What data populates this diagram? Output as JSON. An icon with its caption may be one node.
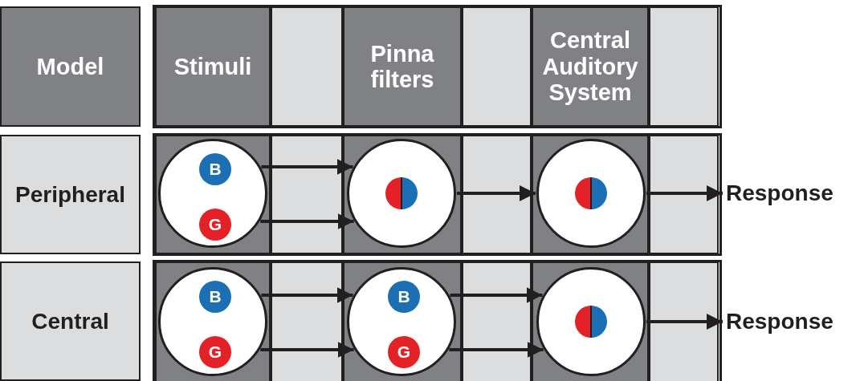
{
  "diagram": {
    "nodes": [
      {
        "text": [
          "Model"
        ]
      },
      {
        "text": [
          "Stimuli"
        ]
      },
      {
        "text": [
          "Pinna filters"
        ]
      },
      {
        "text": [
          "Central Auditory System"
        ]
      },
      {
        "text": [
          "Peripheral"
        ]
      },
      {
        "text": [],
        "shape": "circle"
      },
      {
        "text": [
          "B"
        ],
        "in": 5
      },
      {
        "text": [
          "G"
        ],
        "in": 5
      },
      {
        "text": [],
        "shape": "circle"
      },
      {
        "text": [],
        "shape": "circle"
      },
      {
        "text": [
          "Response"
        ]
      },
      {
        "text": [
          "Central"
        ]
      },
      {
        "text": [],
        "shape": "circle"
      },
      {
        "text": [
          "B"
        ],
        "in": 12
      },
      {
        "text": [
          "G"
        ],
        "in": 12
      },
      {
        "text": [],
        "shape": "circle"
      },
      {
        "text": [
          "B"
        ],
        "in": 15
      },
      {
        "text": [
          "G"
        ],
        "in": 15
      },
      {
        "text": [],
        "shape": "circle"
      },
      {
        "text": [
          "Response"
        ]
      }
    ],
    "edges": [
      {
        "from": 5,
        "to": 8,
        "arrow": "to"
      },
      {
        "from": 5,
        "to": 8,
        "arrow": "to"
      },
      {
        "from": 8,
        "to": 9,
        "arrow": "to"
      },
      {
        "from": 9,
        "to": 10,
        "arrow": "to"
      },
      {
        "from": 12,
        "to": 15,
        "arrow": "to"
      },
      {
        "from": 12,
        "to": 15,
        "arrow": "to"
      },
      {
        "from": 15,
        "to": 18,
        "arrow": "to"
      },
      {
        "from": 15,
        "to": 18,
        "arrow": "to"
      },
      {
        "from": 18,
        "to": 19,
        "arrow": "to"
      }
    ]
  }
}
